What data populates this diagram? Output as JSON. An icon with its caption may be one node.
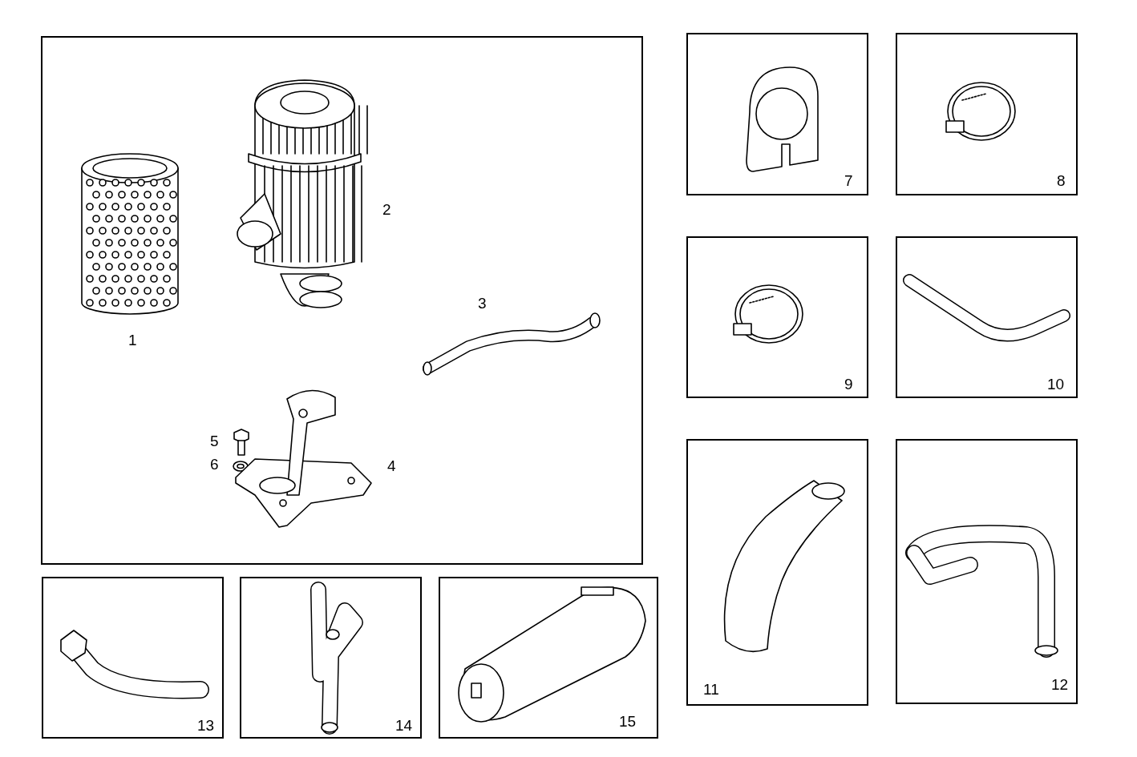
{
  "diagram": {
    "nodes": [
      {
        "text": [
          "1",
          "2",
          "3",
          "4",
          "5",
          "6"
        ]
      },
      {
        "text": [
          "7"
        ]
      },
      {
        "text": [
          "8"
        ]
      },
      {
        "text": [
          "9"
        ]
      },
      {
        "text": [
          "10"
        ]
      },
      {
        "text": [
          "11"
        ]
      },
      {
        "text": [
          "12"
        ]
      },
      {
        "text": [
          "13"
        ]
      },
      {
        "text": [
          "14"
        ]
      },
      {
        "text": [
          "15"
        ]
      }
    ]
  }
}
